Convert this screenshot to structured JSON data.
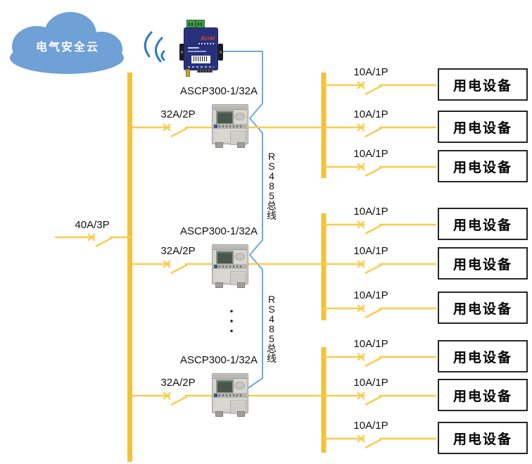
{
  "colors": {
    "cloud_blue": "#6FA0D6",
    "wifi_blue": "#2E79C9",
    "rs485_blue": "#6CA9DC",
    "bus_yellow": "#F3C237",
    "line_yellow": "#FBCB4B",
    "box_border": "#262626"
  },
  "cloud": {
    "label": "电气安全云"
  },
  "gateway": {
    "brand": "Acrel"
  },
  "main_feed": {
    "breaker_label": "40A/3P"
  },
  "rs485": {
    "label": "RS485总线"
  },
  "groups": [
    {
      "device_label": "ASCP300-1/32A",
      "feed_breaker_label": "32A/2P",
      "loads": [
        {
          "breaker_label": "10A/1P",
          "device": "用电设备"
        },
        {
          "breaker_label": "10A/1P",
          "device": "用电设备"
        },
        {
          "breaker_label": "10A/1P",
          "device": "用电设备"
        }
      ]
    },
    {
      "device_label": "ASCP300-1/32A",
      "feed_breaker_label": "32A/2P",
      "loads": [
        {
          "breaker_label": "10A/1P",
          "device": "用电设备"
        },
        {
          "breaker_label": "10A/1P",
          "device": "用电设备"
        },
        {
          "breaker_label": "10A/1P",
          "device": "用电设备"
        }
      ]
    },
    {
      "device_label": "ASCP300-1/32A",
      "feed_breaker_label": "32A/2P",
      "loads": [
        {
          "breaker_label": "10A/1P",
          "device": "用电设备"
        },
        {
          "breaker_label": "10A/1P",
          "device": "用电设备"
        },
        {
          "breaker_label": "10A/1P",
          "device": "用电设备"
        }
      ]
    }
  ]
}
